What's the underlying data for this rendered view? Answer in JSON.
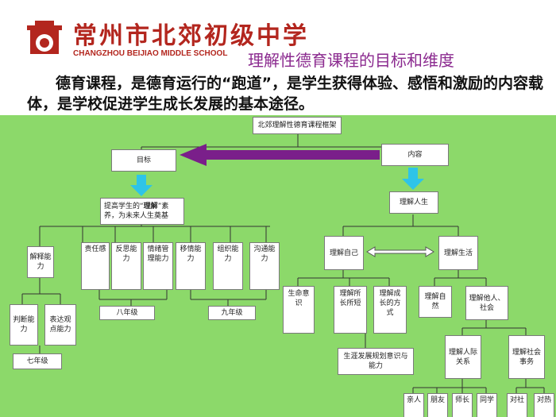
{
  "header": {
    "school_name_cn": "常州市北郊初级中学",
    "school_name_en": "CHANGZHOU BEIJIAO MIDDLE SCHOOL",
    "slide_title": "理解性德育课程的目标和维度",
    "intro_text": "德育课程，是德育运行的“跑道”，是学生获得体验、感悟和激励的内容载体，是学校促进学生成长发展的基本途径。"
  },
  "diagram": {
    "root": "北郊理解性德育课程框架",
    "goal": "目标",
    "content": "内容",
    "goal_desc_pre": "提高学生的“",
    "goal_desc_em": "理解",
    "goal_desc_post": "”素养，为未来人生奠基",
    "understand_life": "理解人生",
    "understand_self": "理解自己",
    "understand_living": "理解生活",
    "abilities": [
      "解释能力",
      "责任感",
      "反思能力",
      "情绪管理能力",
      "移情能力",
      "组织能力",
      "沟通能力",
      "判断能力",
      "表达观点能力"
    ],
    "grade7": "七年级",
    "grade8": "八年级",
    "grade9": "九年级",
    "self_items": [
      "生命意识",
      "理解所长所短",
      "理解成长的方式"
    ],
    "career": "生涯发展规划意识与能力",
    "living_items": [
      "理解自然",
      "理解他人、社会"
    ],
    "social_items": [
      "理解人际关系",
      "理解社会事务"
    ],
    "relation_items": [
      "亲人",
      "朋友",
      "师长",
      "同学"
    ],
    "affair_items": [
      "对社",
      "对热"
    ]
  }
}
